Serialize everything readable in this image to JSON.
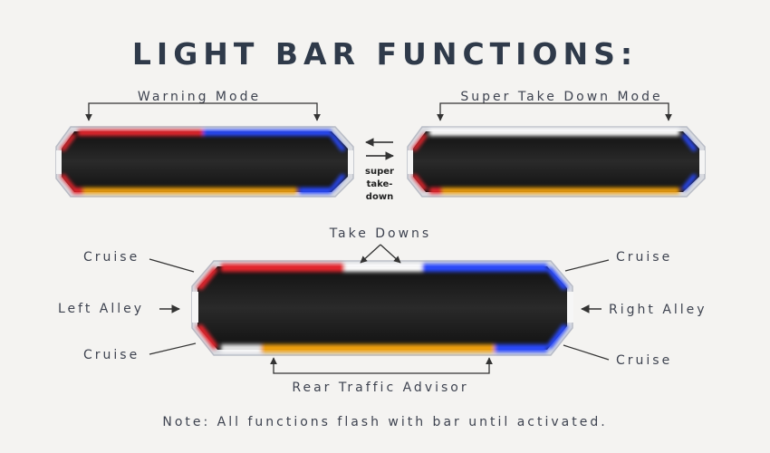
{
  "title": "LIGHT BAR FUNCTIONS:",
  "labels": {
    "warning_mode": "Warning Mode",
    "super_take_down_mode": "Super Take Down Mode",
    "switch_line1": "super",
    "switch_line2": "take-down",
    "take_downs": "Take Downs",
    "cruise": "Cruise",
    "left_alley": "Left Alley",
    "right_alley": "Right Alley",
    "rear_traffic_advisor": "Rear Traffic Advisor"
  },
  "note": "Note: All functions flash with bar until activated.",
  "colors": {
    "red": "#e8262e",
    "blue": "#2a4bff",
    "amber": "#f2a20c",
    "white": "#ffffff",
    "body": "#1a1a1a",
    "arrow": "#333333"
  },
  "icons": [
    "swap-arrows-icon",
    "right-arrow-icon",
    "left-arrow-icon"
  ]
}
